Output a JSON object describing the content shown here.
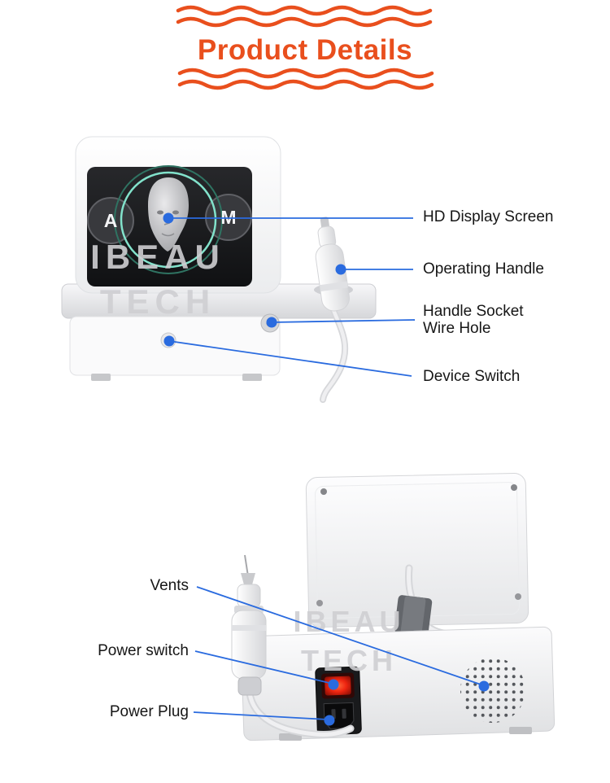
{
  "title": "Product Details",
  "colors": {
    "accent_orange": "#E94F1D",
    "callout_blue": "#2A6BDF",
    "label_text": "#161616"
  },
  "watermark": {
    "line1": "IBEAU",
    "line2": "TECH"
  },
  "front_view": {
    "screen_buttons": [
      "A",
      "M"
    ],
    "callouts": {
      "display": "HD Display Screen",
      "handle": "Operating Handle",
      "socket_line1": "Handle Socket",
      "socket_line2": "Wire Hole",
      "switch": "Device Switch"
    }
  },
  "back_view": {
    "callouts": {
      "vents": "Vents",
      "power_switch": "Power switch",
      "power_plug": "Power Plug"
    }
  }
}
